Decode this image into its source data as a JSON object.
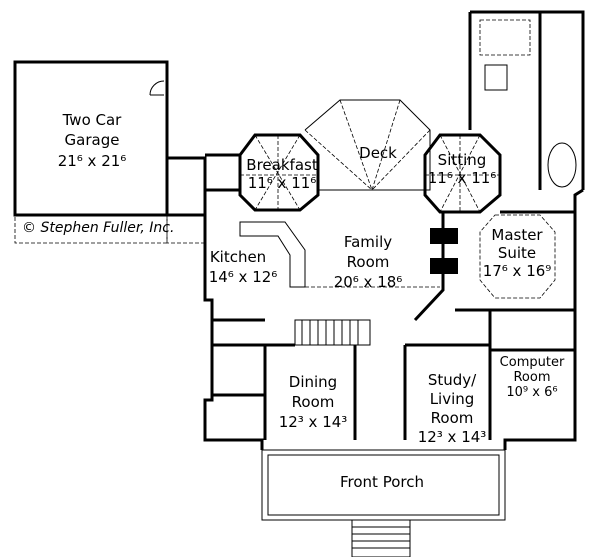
{
  "copyright": "© Stephen Fuller, Inc.",
  "rooms": {
    "garage": {
      "name1": "Two Car",
      "name2": "Garage",
      "dims": "21⁶ x 21⁶"
    },
    "breakfast": {
      "name1": "Breakfast",
      "dims": "11⁶ x 11⁶"
    },
    "deck": {
      "name1": "Deck"
    },
    "sitting": {
      "name1": "Sitting",
      "dims": "11⁶ x 11⁶"
    },
    "kitchen": {
      "name1": "Kitchen",
      "dims": "14⁶ x 12⁶"
    },
    "family": {
      "name1": "Family",
      "name2": "Room",
      "dims": "20⁶ x 18⁶"
    },
    "master": {
      "name1": "Master",
      "name2": "Suite",
      "dims": "17⁶ x 16⁹"
    },
    "computer": {
      "name1": "Computer",
      "name2": "Room",
      "dims": "10⁹ x 6⁶"
    },
    "dining": {
      "name1": "Dining",
      "name2": "Room",
      "dims": "12³ x 14³"
    },
    "study": {
      "name1": "Study/",
      "name2": "Living",
      "name3": "Room",
      "dims": "12³ x 14³"
    },
    "porch": {
      "name1": "Front Porch"
    }
  }
}
